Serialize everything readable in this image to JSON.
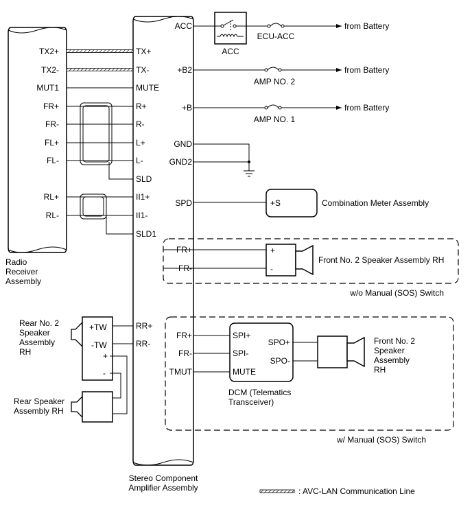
{
  "components": {
    "radio": [
      "Radio",
      "Receiver",
      "Assembly"
    ],
    "amplifier": [
      "Stereo Component",
      "Amplifier Assembly"
    ],
    "acc_relay": "ACC",
    "combo_meter": "Combination Meter Assembly",
    "front_spk_wo": "Front No. 2 Speaker Assembly RH",
    "front_spk_w": [
      "Front No. 2",
      "Speaker",
      "Assembly",
      "RH"
    ],
    "rear_no2": [
      "Rear No. 2",
      "Speaker",
      "Assembly",
      "RH"
    ],
    "rear_spk": [
      "Rear Speaker",
      "Assembly RH"
    ],
    "dcm": [
      "DCM (Telematics",
      "Transceiver)"
    ]
  },
  "radio_pins": [
    "TX2+",
    "TX2-",
    "MUT1",
    "FR+",
    "FR-",
    "FL+",
    "FL-",
    "RL+",
    "RL-"
  ],
  "amp_left_pins": [
    "TX+",
    "TX-",
    "MUTE",
    "R+",
    "R-",
    "L+",
    "L-",
    "SLD",
    "II1+",
    "II1-",
    "SLD1",
    "RR+",
    "RR-"
  ],
  "amp_right_pins": [
    "ACC",
    "+B2",
    "+B",
    "GND",
    "GND2",
    "SPD",
    "FR+",
    "FR-",
    "FR+",
    "FR-",
    "TMUT"
  ],
  "power": {
    "source": "from Battery",
    "fuses": [
      "ECU-ACC",
      "AMP NO. 2",
      "AMP NO. 1"
    ]
  },
  "meter_pin": "+S",
  "spk_wo_pins": [
    "+",
    "-"
  ],
  "dcm_pins": [
    "SPI+",
    "SPI-",
    "MUTE",
    "SPO+",
    "SPO-"
  ],
  "rear_no2_pins": [
    "+TW",
    "-TW",
    "+",
    "-"
  ],
  "groups": {
    "wo_switch": "w/o Manual (SOS) Switch",
    "w_switch": "w/ Manual (SOS) Switch"
  },
  "legend": ": AVC-LAN Communication Line"
}
